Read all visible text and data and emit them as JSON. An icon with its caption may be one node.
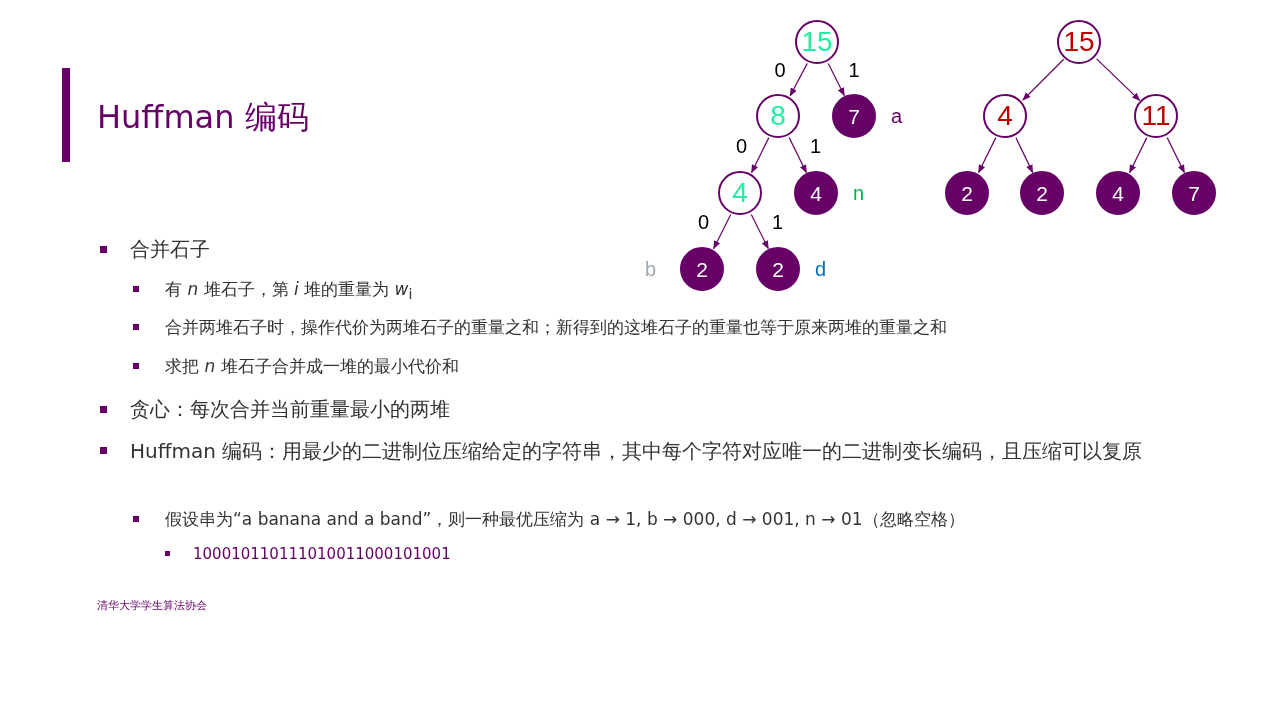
{
  "diagram": {
    "title": "Huffman 编码",
    "nodes": [
      {
        "text": [
          "15"
        ]
      },
      {
        "text": [
          "8"
        ]
      },
      {
        "text": [
          "7"
        ],
        "beside": [
          "a"
        ]
      },
      {
        "text": [
          "4"
        ]
      },
      {
        "text": [
          "4"
        ],
        "beside": [
          "n"
        ]
      },
      {
        "text": [
          "2"
        ],
        "beside": [
          "b"
        ]
      },
      {
        "text": [
          "2"
        ],
        "beside": [
          "d"
        ]
      },
      {
        "text": [
          "15"
        ]
      },
      {
        "text": [
          "4"
        ]
      },
      {
        "text": [
          "11"
        ]
      },
      {
        "text": [
          "2"
        ]
      },
      {
        "text": [
          "2"
        ]
      },
      {
        "text": [
          "4"
        ]
      },
      {
        "text": [
          "7"
        ]
      }
    ],
    "edges": [
      {
        "from": 0,
        "to": 1,
        "arrow": "to",
        "label": "0"
      },
      {
        "from": 0,
        "to": 2,
        "arrow": "to",
        "label": "1"
      },
      {
        "from": 1,
        "to": 3,
        "arrow": "to",
        "label": "0"
      },
      {
        "from": 1,
        "to": 4,
        "arrow": "to",
        "label": "1"
      },
      {
        "from": 3,
        "to": 5,
        "arrow": "to",
        "label": "0"
      },
      {
        "from": 3,
        "to": 6,
        "arrow": "to",
        "label": "1"
      },
      {
        "from": 7,
        "to": 8,
        "arrow": "to"
      },
      {
        "from": 7,
        "to": 9,
        "arrow": "to"
      },
      {
        "from": 8,
        "to": 10,
        "arrow": "to"
      },
      {
        "from": 8,
        "to": 11,
        "arrow": "to"
      },
      {
        "from": 9,
        "to": 12,
        "arrow": "to"
      },
      {
        "from": 9,
        "to": 13,
        "arrow": "to"
      }
    ],
    "labels": [
      "合并石子",
      "有 *n* 堆石子，第 *i* 堆的重量为 *w*$_{i}$",
      "合并两堆石子时，操作代价为两堆石子的重量之和；新得到的这堆石子的重量也等于原来两堆的重量之和",
      "求把 *n* 堆石子合并成一堆的最小代价和",
      "贪心：每次合并当前重量最小的两堆",
      "Huffman 编码：用最少的二进制位压缩给定的字符串，其中每个字符对应唯一的二进制变长编码，且压缩可以复原",
      "假设串为“a banana and a band”，则一种最优压缩为 a → 1, b → 000, d → 001, n → 01（忽略空格）",
      "100010110111010011000101001",
      "清华大学学生算法协会"
    ]
  }
}
